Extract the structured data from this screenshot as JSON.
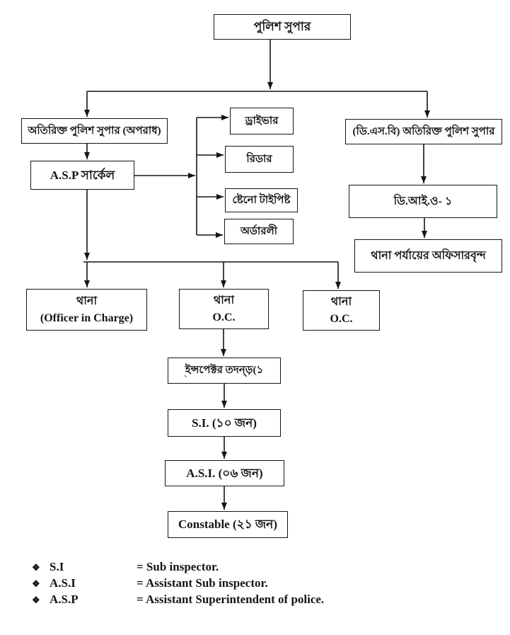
{
  "diagram": {
    "nodes": {
      "police_super": {
        "label": "পুলিশ সুপার"
      },
      "additional_super_crime": {
        "label": "অতিরিক্ত পুলিশ সুপার (অপরাধ)"
      },
      "asp_circle": {
        "label": "A.S.P সার্কেল"
      },
      "driver": {
        "label": "ড্রাইভার"
      },
      "reader": {
        "label": "রিডার"
      },
      "steno_typist": {
        "label": "ষ্টেনো টাইপিষ্ট"
      },
      "orderly": {
        "label": "অর্ডারলী"
      },
      "dsb_additional_super": {
        "label": "(ডি.এস.বি) অতিরিক্ত পুলিশ সুপার"
      },
      "dio_1": {
        "label": "ডি.আই.ও- ১"
      },
      "thana_level_officers": {
        "label": "থানা পর্যায়ের অফিসারবৃন্দ"
      },
      "thana_oic": {
        "line1": "থানা",
        "line2": "(Officer in Charge)"
      },
      "thana_oc_1": {
        "line1": "থানা",
        "line2": "O.C."
      },
      "thana_oc_2": {
        "line1": "থানা",
        "line2": "O.C."
      },
      "inspector_investigation": {
        "label": "ইন্সপেক্টর তদন্ড়(১",
        "stray_mark": "`"
      },
      "sub_inspectors": {
        "label": "S.I. (১০ জন)"
      },
      "assistant_sub_inspectors": {
        "label": "A.S.I. (০৬ জন)"
      },
      "constables": {
        "label": "Constable (২১ জন)"
      }
    },
    "legend": {
      "bullet": "❖",
      "items": [
        {
          "abbr": "S.I",
          "definition": "= Sub inspector."
        },
        {
          "abbr": "A.S.I",
          "definition": "= Assistant Sub inspector."
        },
        {
          "abbr": "A.S.P",
          "definition": "= Assistant Superintendent of police."
        }
      ]
    },
    "colors": {
      "ink": "#151515",
      "background": "#ffffff"
    }
  }
}
